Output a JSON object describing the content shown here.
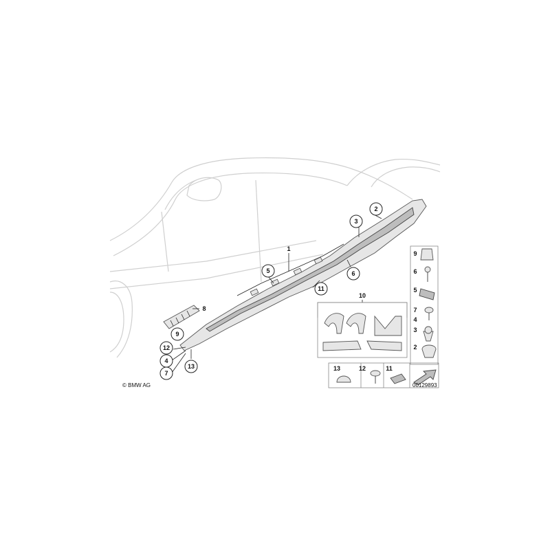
{
  "copyright": "© BMW AG",
  "diagram_id": "00129893",
  "callouts": {
    "main": [
      "1",
      "2",
      "3",
      "5",
      "6",
      "11",
      "8",
      "9",
      "12",
      "4",
      "7",
      "13"
    ],
    "kit_label": "10"
  },
  "side_column": [
    "9",
    "6",
    "5",
    "7",
    "4",
    "3",
    "2"
  ],
  "bottom_row": [
    "13",
    "12",
    "11"
  ],
  "colors": {
    "line": "#222222",
    "car_outline": "#cfcfcf",
    "part_fill": "#e6e6e6"
  }
}
